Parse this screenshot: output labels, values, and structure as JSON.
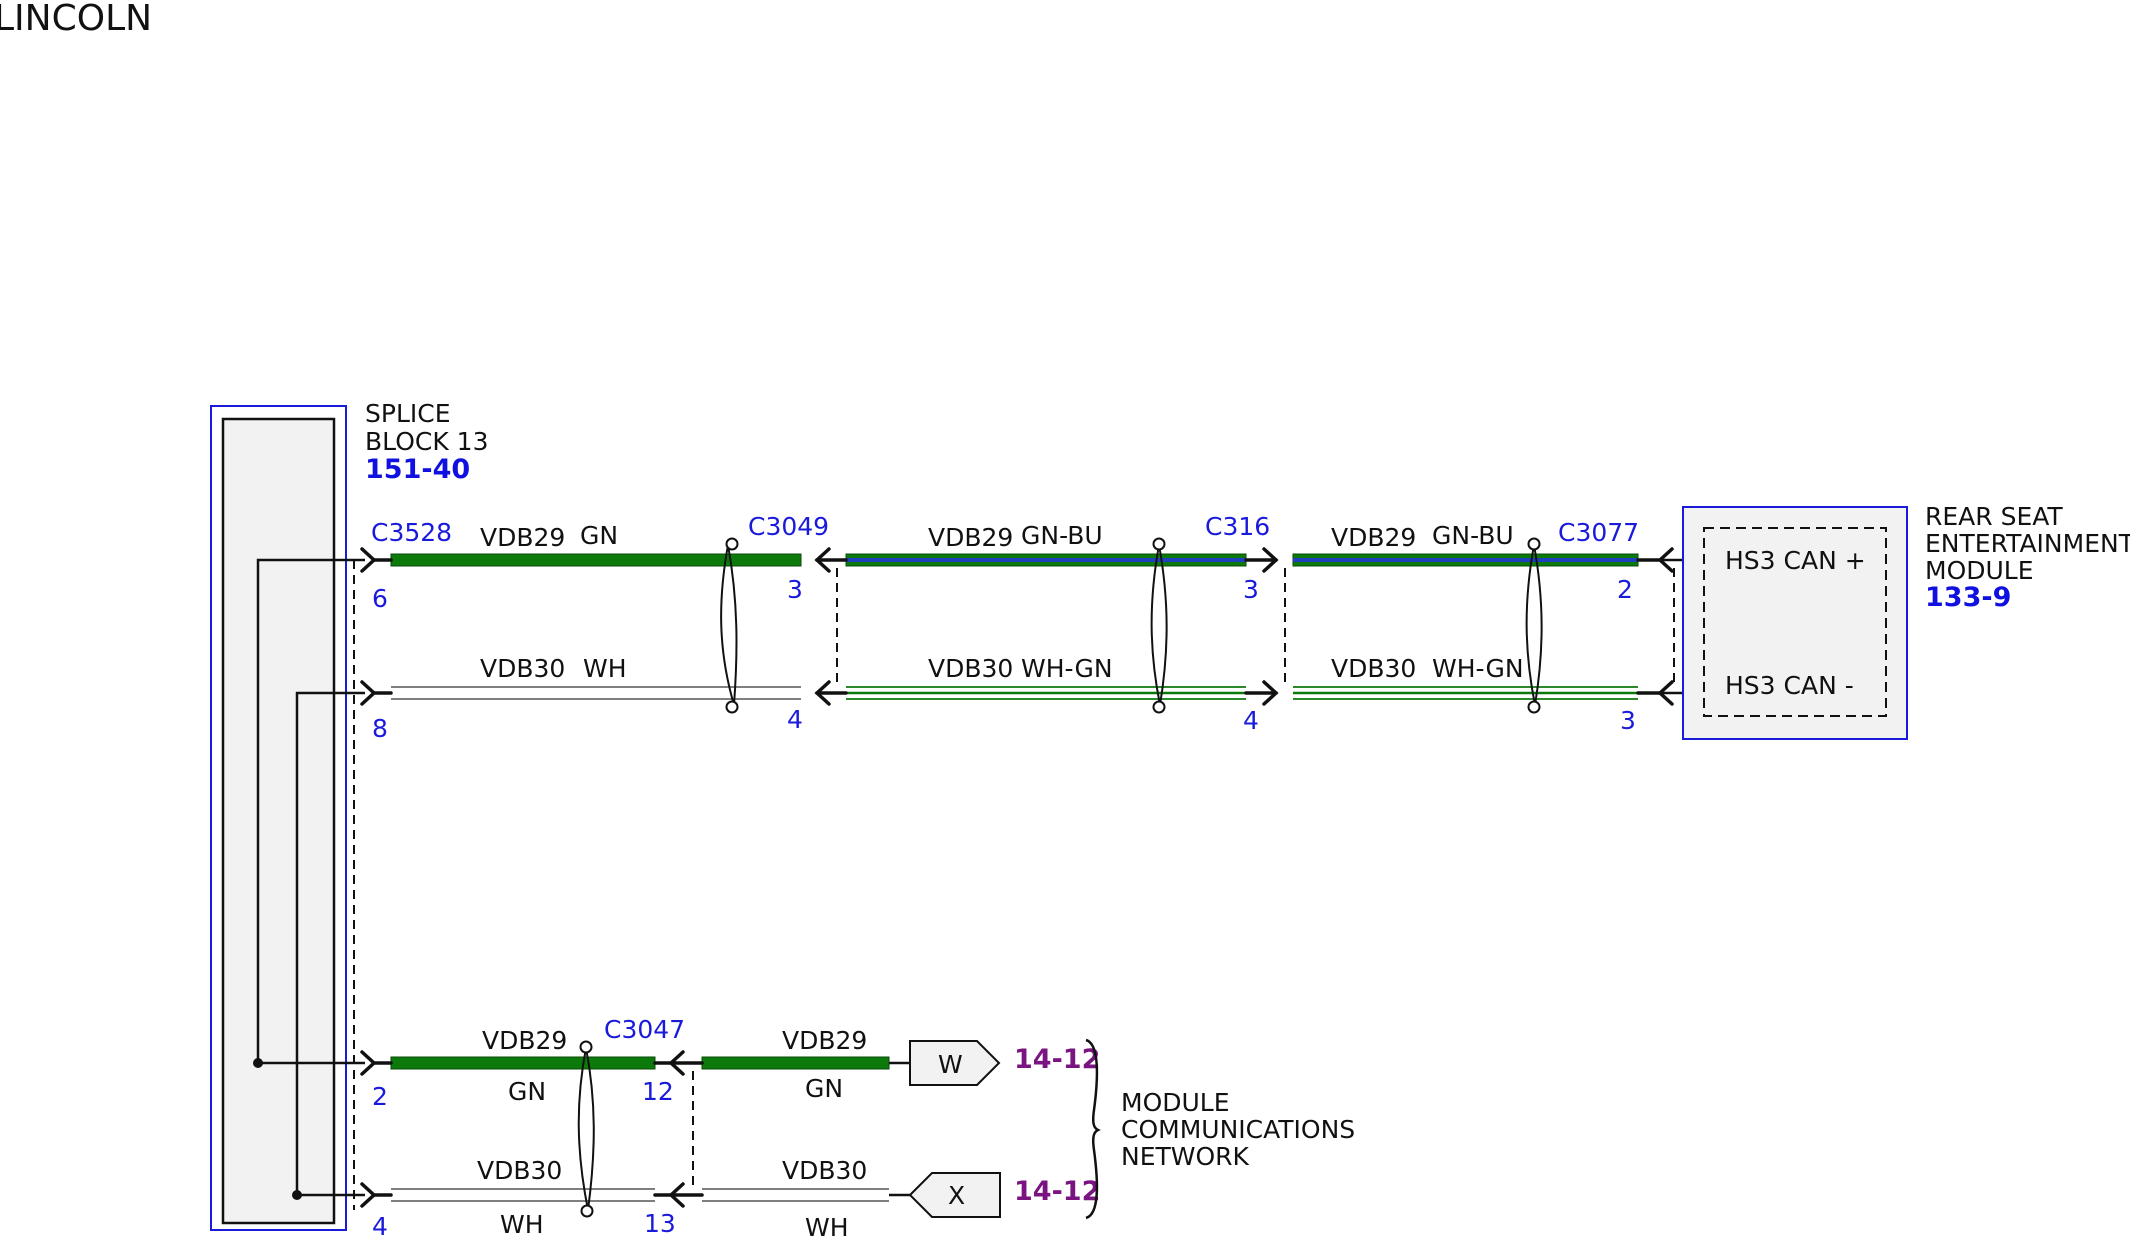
{
  "brand": "LINCOLN",
  "colors": {
    "connector_blue": "#1a1adb",
    "page_ref_blue": "#1010e0",
    "page_ref_purple": "#7a1480",
    "wire_gn": "#0b7a0b",
    "wire_bu": "#1f3fbf",
    "module_fill": "#f2f2f2"
  },
  "splice_block": {
    "line1": "SPLICE",
    "line2": "BLOCK 13",
    "ref": "151-40"
  },
  "rse_module": {
    "line1": "REAR SEAT",
    "line2": "ENTERTAINMENT",
    "line3": "MODULE",
    "ref": "133-9",
    "pin_plus": "HS3 CAN +",
    "pin_minus": "HS3 CAN -"
  },
  "connectors": {
    "c3528": {
      "name": "C3528",
      "pin_a": "6",
      "pin_b": "8",
      "pin_c": "2",
      "pin_d": "4"
    },
    "c3049": {
      "name": "C3049",
      "pin_a": "3",
      "pin_b": "4"
    },
    "c316": {
      "name": "C316",
      "pin_a": "3",
      "pin_b": "4"
    },
    "c3077": {
      "name": "C3077",
      "pin_a": "2",
      "pin_b": "3"
    },
    "c3047": {
      "name": "C3047",
      "pin_a": "12",
      "pin_b": "13"
    }
  },
  "wires": {
    "top_seg1_a": {
      "circuit": "VDB29",
      "color": "GN"
    },
    "top_seg1_b": {
      "circuit": "VDB30",
      "color": "WH"
    },
    "top_seg2_a": {
      "circuit": "VDB29",
      "color": "GN-BU"
    },
    "top_seg2_b": {
      "circuit": "VDB30",
      "color": "WH-GN"
    },
    "top_seg3_a": {
      "circuit": "VDB29",
      "color": "GN-BU"
    },
    "top_seg3_b": {
      "circuit": "VDB30",
      "color": "WH-GN"
    },
    "bot_seg1_a": {
      "circuit": "VDB29",
      "color": "GN"
    },
    "bot_seg1_b": {
      "circuit": "VDB30",
      "color": "WH"
    },
    "bot_seg2_a": {
      "circuit": "VDB29",
      "color": "GN"
    },
    "bot_seg2_b": {
      "circuit": "VDB30",
      "color": "WH"
    }
  },
  "offpage": {
    "w": {
      "letter": "W",
      "ref": "14-12"
    },
    "x": {
      "letter": "X",
      "ref": "14-12"
    },
    "network": {
      "line1": "MODULE",
      "line2": "COMMUNICATIONS",
      "line3": "NETWORK"
    }
  }
}
